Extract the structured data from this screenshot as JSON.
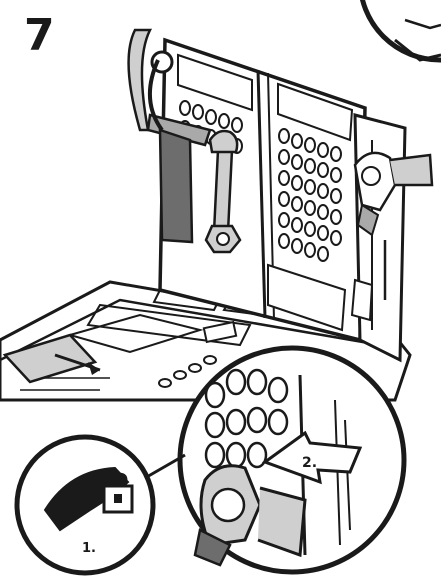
{
  "step": {
    "number": "7"
  },
  "callouts": {
    "unlock": {
      "label": "1.",
      "icon": "unlock-hand-icon"
    },
    "slide": {
      "label": "2.",
      "icon": "arrow-left-icon"
    }
  },
  "colors": {
    "line": "#1a1a1a",
    "gray_light": "#cfcfcf",
    "gray_mid": "#a9a9a9",
    "gray_dark": "#6d6d6d",
    "white": "#ffffff"
  }
}
